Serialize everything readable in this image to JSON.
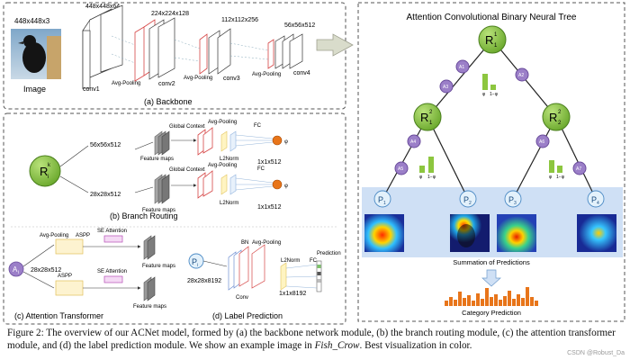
{
  "backbone": {
    "title": "(a) Backbone",
    "input_label": "Image",
    "input_dims": "448x448x3",
    "stages": [
      {
        "dims": "448x448x64",
        "conv": "conv1",
        "pool": ""
      },
      {
        "dims": "224x224x128",
        "conv": "conv2",
        "pool": "Avg-Pooling"
      },
      {
        "dims": "112x112x256",
        "conv": "conv3",
        "pool": "Avg-Pooling"
      },
      {
        "dims": "56x56x512",
        "conv": "conv4",
        "pool": "Avg-Pooling"
      }
    ]
  },
  "routing": {
    "title": "(b) Branch Routing",
    "node_label": "R",
    "node_sup": "k",
    "node_sub": "i",
    "top": {
      "dims": "56x56x512",
      "gc": "Global Context",
      "pool": "Avg-Pooling",
      "fc": "FC",
      "l2": "L2Norm",
      "out": "1x1x512",
      "fmap": "Feature maps",
      "phi": "φ"
    },
    "bottom": {
      "dims": "28x28x512",
      "gc": "Global Context",
      "pool": "Avg-Pooling",
      "fc": "FC",
      "l2": "L2Norm",
      "out": "1x1x512",
      "fmap": "Feature maps",
      "phi": "φ"
    }
  },
  "attention": {
    "title": "(c) Attention Transformer",
    "node_label": "A",
    "node_sub": "i",
    "dims": "28x28x512",
    "top": {
      "pool": "Avg-Pooling",
      "aspp": "ASPP",
      "se": "SE Attention",
      "fmap": "Feature maps"
    },
    "bottom": {
      "aspp": "ASPP",
      "se": "SE Attention",
      "fmap": "Feature maps"
    }
  },
  "label_pred": {
    "title": "(d) Label Prediction",
    "node_label": "P",
    "node_sub": "i",
    "dims": "28x28x8192",
    "bn": "BN",
    "pool": "Avg-Pooling",
    "conv": "Conv",
    "l2": "L2Norm",
    "fc": "FC",
    "out": "1x1x8192",
    "pred": "Prediction"
  },
  "tree": {
    "title": "Attention Convolutional Binary Neural Tree",
    "root": {
      "label": "R",
      "sup": "1",
      "sub": "1"
    },
    "mid": [
      {
        "label": "R",
        "sup": "2",
        "sub": "1"
      },
      {
        "label": "R",
        "sup": "2",
        "sub": "2"
      }
    ],
    "attn_nodes": [
      "A1",
      "A2",
      "A3",
      "A4",
      "A5",
      "A6",
      "A7"
    ],
    "bar_labels": {
      "left": "φ",
      "right": "1−φ"
    },
    "leaves": [
      {
        "label": "P",
        "sub": "1"
      },
      {
        "label": "P",
        "sub": "2"
      },
      {
        "label": "P",
        "sub": "3"
      },
      {
        "label": "P",
        "sub": "4"
      }
    ],
    "summation": "Summation of Predictions",
    "category": "Category Prediction"
  },
  "caption": {
    "lead": "Figure 2: The overview of our ACNet model, formed by (a) the backbone network module, (b) the branch routing module, (c) the attention transformer module, and (d) the label prediction module. We show an example image in ",
    "italic": "Fish_Crow",
    "tail": ". Best visualization in color."
  },
  "watermark": "CSDN @Robust_Da",
  "colors": {
    "green": "#8dc63f",
    "darkgreen": "#2e6b1b",
    "purple": "#9b7fc8",
    "orange": "#e8751a",
    "panel_blue": "#cfe0f5"
  }
}
